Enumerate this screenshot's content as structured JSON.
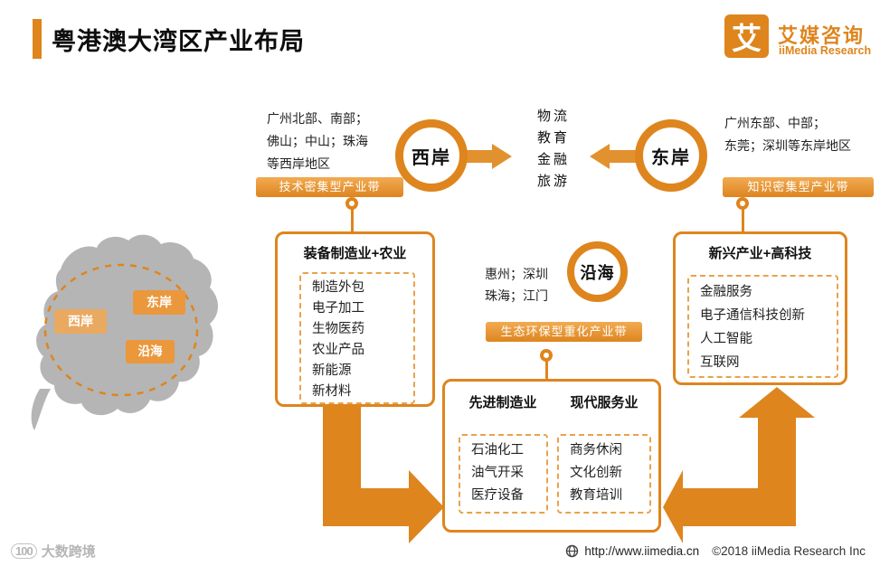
{
  "header": {
    "title": "粤港澳大湾区产业布局",
    "logo": {
      "mark": "艾",
      "name_cn": "艾媒咨询",
      "name_en": "iiMedia Research"
    }
  },
  "flow": {
    "west": {
      "label": "西岸",
      "desc_lines": [
        "广州北部、南部；",
        "佛山；中山；珠海",
        "等西岸地区"
      ],
      "ribbon": "技术密集型产业带"
    },
    "east": {
      "label": "东岸",
      "desc_lines": [
        "广州东部、中部；",
        "东莞；深圳等东岸地区"
      ],
      "ribbon": "知识密集型产业带"
    },
    "coastal": {
      "label": "沿海",
      "desc_lines": [
        "惠州；深圳",
        "珠海；江门"
      ],
      "ribbon": "生态环保型重化产业带"
    },
    "center_functions": [
      "物流",
      "教育",
      "金融",
      "旅游"
    ]
  },
  "boxes": {
    "west_box": {
      "title": "装备制造业+农业",
      "items": [
        "制造外包",
        "电子加工",
        "生物医药",
        "农业产品",
        "新能源",
        "新材料"
      ]
    },
    "east_box": {
      "title": "新兴产业+高科技",
      "items": [
        "金融服务",
        "电子通信科技创新",
        "人工智能",
        "互联网"
      ]
    },
    "bottom_box": {
      "title_left": "先进制造业",
      "title_right": "现代服务业",
      "items_left": [
        "石油化工",
        "油气开采",
        "医疗设备"
      ],
      "items_right": [
        "商务休闲",
        "文化创新",
        "教育培训"
      ]
    }
  },
  "map": {
    "labels": {
      "east": "东岸",
      "west": "西岸",
      "coastal": "沿海"
    }
  },
  "footer": {
    "url": "http://www.iimedia.cn",
    "copyright": "©2018  iiMedia Research Inc",
    "watermark_logo": "100",
    "watermark_text": "大数跨境"
  },
  "colors": {
    "accent_orange": "#DE851E",
    "ribbon_orange_light": "#F2AB52",
    "map_gray": "#b5b5b5"
  }
}
